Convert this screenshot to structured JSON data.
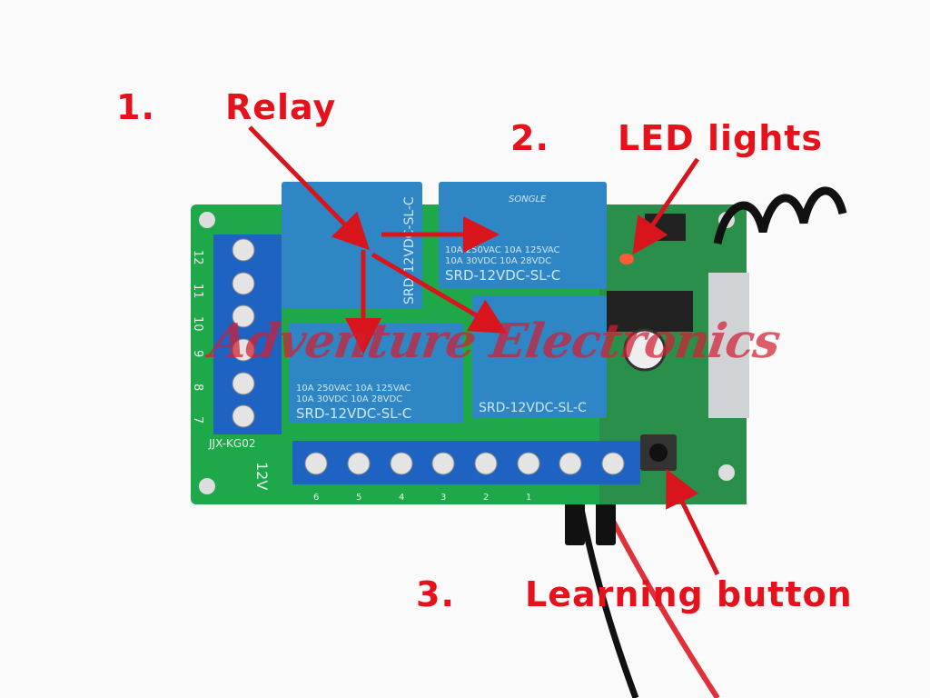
{
  "annotations": [
    {
      "number": "1.",
      "label": "Relay"
    },
    {
      "number": "2.",
      "label": "LED lights"
    },
    {
      "number": "3.",
      "label": "Learning button"
    }
  ],
  "watermark": "Adventure Electronics",
  "relay": {
    "brand": "SONGLE",
    "rating_line1": "10A 250VAC  10A 125VAC",
    "rating_line2": "10A  30VDC  10A  28VDC",
    "model": "SRD-12VDC-SL-C"
  },
  "board": {
    "model_text": "JJX-KG02",
    "voltage_text": "12V",
    "left_pins": [
      "12",
      "11",
      "10",
      "9",
      "8",
      "7"
    ],
    "bottom_pins": [
      "6",
      "5",
      "4",
      "3",
      "2",
      "1"
    ]
  },
  "colors": {
    "annotation": "#e5121b",
    "pcb": "#1fa84a",
    "relay": "#2f86c4",
    "terminal": "#1f63c2"
  }
}
